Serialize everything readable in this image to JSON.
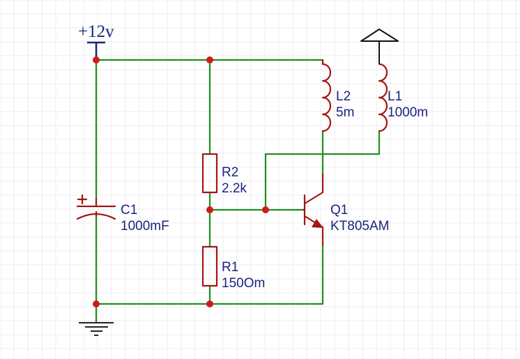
{
  "power": {
    "label": "+12v"
  },
  "components": {
    "c1": {
      "ref": "C1",
      "value": "1000mF"
    },
    "r1": {
      "ref": "R1",
      "value": "150Om"
    },
    "r2": {
      "ref": "R2",
      "value": "2.2k"
    },
    "l1": {
      "ref": "L1",
      "value": "1000m"
    },
    "l2": {
      "ref": "L2",
      "value": "5m"
    },
    "q1": {
      "ref": "Q1",
      "value": "KT805AM"
    }
  },
  "colors": {
    "wire": "#1f8f1f",
    "component": "#a31414",
    "junction": "#d11a1a",
    "text": "#1a237e",
    "grid": "#ececf2"
  },
  "icons": [
    "power-rail-icon",
    "ground-icon",
    "antenna-icon",
    "capacitor-icon",
    "resistor-icon",
    "inductor-icon",
    "npn-transistor-icon"
  ]
}
